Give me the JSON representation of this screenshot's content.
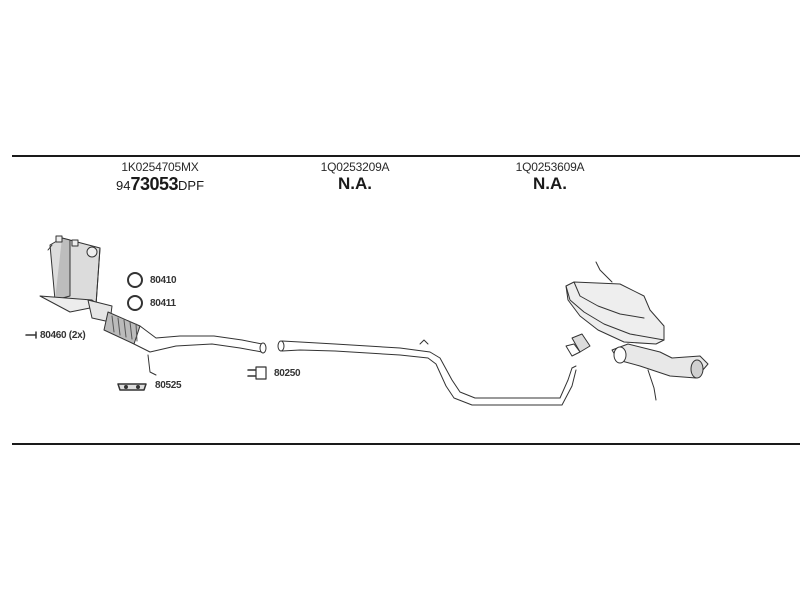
{
  "columns": [
    {
      "part_number": "1K0254705MX",
      "main_prefix": "94",
      "main_big": "73053",
      "main_suffix": "DPF"
    },
    {
      "part_number": "1Q0253209A",
      "main_text": "N.A."
    },
    {
      "part_number": "1Q0253609A",
      "main_text": "N.A."
    }
  ],
  "labels": {
    "ring_top": "80410",
    "ring_bottom": "80411",
    "bolts": "80460 (2x)",
    "bracket": "80525",
    "clamp": "80250"
  }
}
